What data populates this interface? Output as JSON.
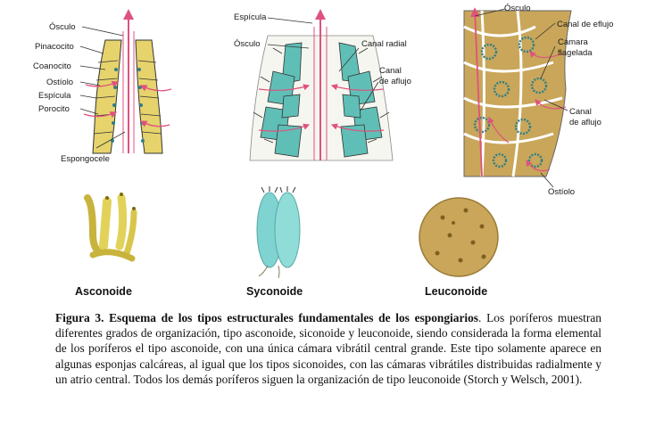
{
  "labels": {
    "asconoid": {
      "osculo": "Ósculo",
      "pinacocito": "Pinacocito",
      "coanocito": "Coanocito",
      "ostiolo": "Ostíolo",
      "espicula": "Espícula",
      "porocito": "Porocito",
      "espongocele": "Espongocele"
    },
    "syconoid": {
      "espicula": "Espícula",
      "osculo": "Ósculo",
      "canal_radial": "Canal radial",
      "canal_aflujo_1": "Canal",
      "canal_aflujo_2": "de aflujo"
    },
    "leuconoid": {
      "osculo": "Ósculo",
      "canal_efluyo": "Canal de eflujo",
      "camara_1": "Cámara",
      "camara_2": "flagelada",
      "canal_aflujo_1": "Canal",
      "canal_aflujo_2": "de aflujo",
      "ostiolo": "Ostíolo"
    }
  },
  "types": [
    "Asconoide",
    "Syconoide",
    "Leuconoide"
  ],
  "caption": {
    "bold": "Figura 3. Esquema de los tipos estructurales fundamentales de los espongiarios",
    "text": ". Los poríferos muestran diferentes grados de organización, tipo asconoide, siconoide y leuconoide, siendo considerada la forma elemental de los poríferos el tipo asconoide, con una única cámara vibrátil central grande. Este tipo solamente aparece en algunas esponjas calcáreas, al igual que los tipos siconoides, con las cámaras vibrátiles distribuidas radialmente y un atrio central. Todos los demás poríferos siguen la organización de tipo leuconoide (Storch y Welsch, 2001)."
  },
  "colors": {
    "ascon_fill": "#e6d36c",
    "sycon_fill": "#5fbfb6",
    "leucon_fill": "#c9a65a",
    "flow_arrow": "#e0527e",
    "outline": "#333333"
  }
}
